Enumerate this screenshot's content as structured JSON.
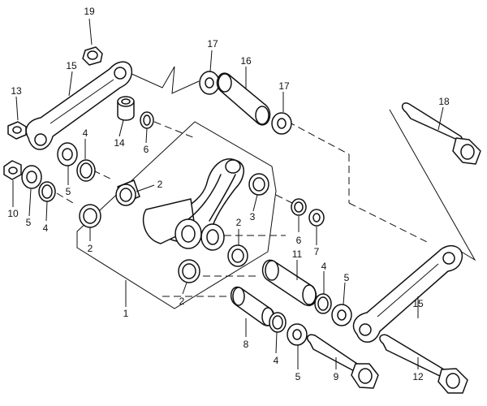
{
  "diagram": {
    "callouts": [
      {
        "id": "c19a",
        "label": "19"
      },
      {
        "id": "c15a",
        "label": "15"
      },
      {
        "id": "c13",
        "label": "13"
      },
      {
        "id": "c14",
        "label": "14"
      },
      {
        "id": "c6a",
        "label": "6"
      },
      {
        "id": "c4a",
        "label": "4"
      },
      {
        "id": "c5a",
        "label": "5"
      },
      {
        "id": "c10",
        "label": "10"
      },
      {
        "id": "c5b",
        "label": "5"
      },
      {
        "id": "c4b",
        "label": "4"
      },
      {
        "id": "c17a",
        "label": "17"
      },
      {
        "id": "c16",
        "label": "16"
      },
      {
        "id": "c17b",
        "label": "17"
      },
      {
        "id": "c18",
        "label": "18"
      },
      {
        "id": "c2a",
        "label": "2"
      },
      {
        "id": "c2b",
        "label": "2"
      },
      {
        "id": "c3",
        "label": "3"
      },
      {
        "id": "c2c",
        "label": "2"
      },
      {
        "id": "c2d",
        "label": "2"
      },
      {
        "id": "c6b",
        "label": "6"
      },
      {
        "id": "c7",
        "label": "7"
      },
      {
        "id": "c11",
        "label": "11"
      },
      {
        "id": "c4c",
        "label": "4"
      },
      {
        "id": "c5c",
        "label": "5"
      },
      {
        "id": "c1",
        "label": "1"
      },
      {
        "id": "c15b",
        "label": "15"
      },
      {
        "id": "c8",
        "label": "8"
      },
      {
        "id": "c4d",
        "label": "4"
      },
      {
        "id": "c5d",
        "label": "5"
      },
      {
        "id": "c9",
        "label": "9"
      },
      {
        "id": "c12",
        "label": "12"
      }
    ]
  }
}
